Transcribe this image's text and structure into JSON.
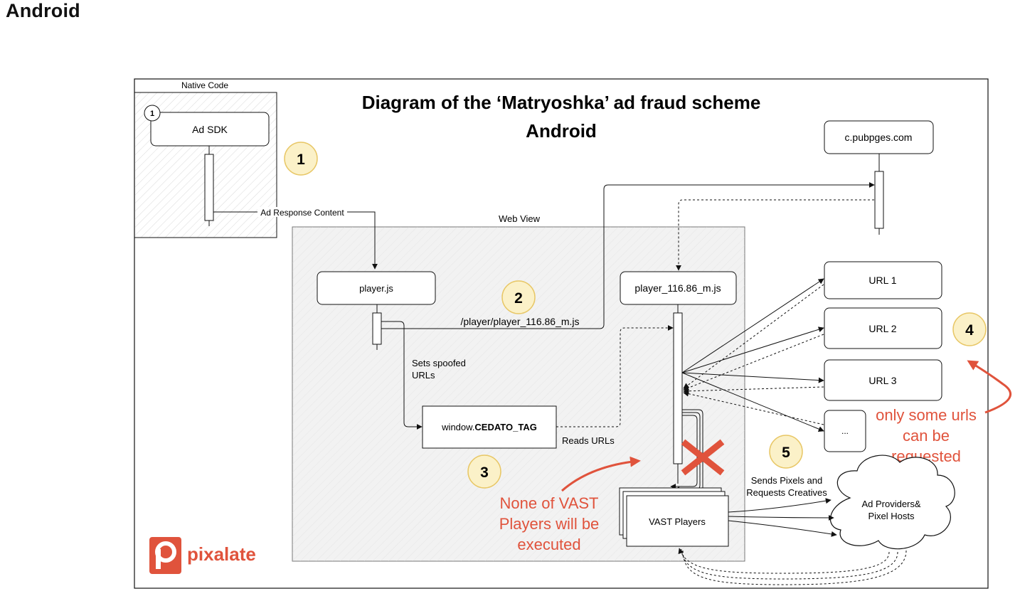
{
  "page": {
    "heading": "Android"
  },
  "diagram": {
    "title_line1": "Diagram of the ‘Matryoshka’ ad fraud scheme",
    "title_line2": "Android",
    "native_code_label": "Native Code",
    "web_view_label": "Web View",
    "nodes": {
      "ad_sdk": "Ad SDK",
      "ad_sdk_marker": "1",
      "c_pubpges": "c.pubpges.com",
      "player_js": "player.js",
      "player_116": "player_116.86_m.js",
      "cedato_prefix": "window.",
      "cedato_bold": "CEDATO_TAG",
      "url1": "URL 1",
      "url2": "URL 2",
      "url3": "URL 3",
      "url_more": "...",
      "vast_players": "VAST Players",
      "ad_providers_line1": "Ad Providers&",
      "ad_providers_line2": "Pixel Hosts"
    },
    "edge_labels": {
      "ad_response": "Ad Response Content",
      "player_path": "/player/player_116.86_m.js",
      "sets_spoofed_1": "Sets spoofed",
      "sets_spoofed_2": "URLs",
      "reads_urls": "Reads URLs",
      "sends_pixels_1": "Sends Pixels and",
      "sends_pixels_2": "Requests Creatives"
    },
    "steps": [
      "1",
      "2",
      "3",
      "4",
      "5"
    ],
    "annotations": {
      "none_of_vast_1": "None of VAST",
      "none_of_vast_2": "Players will be",
      "none_of_vast_3": "executed",
      "only_some_1": "only some urls",
      "only_some_2": "can be",
      "only_some_3": "requested"
    },
    "logo_text": "pixalate",
    "colors": {
      "accent_red": "#E0533C",
      "step_fill": "#FBF1C8",
      "step_stroke": "#E8C766"
    }
  }
}
